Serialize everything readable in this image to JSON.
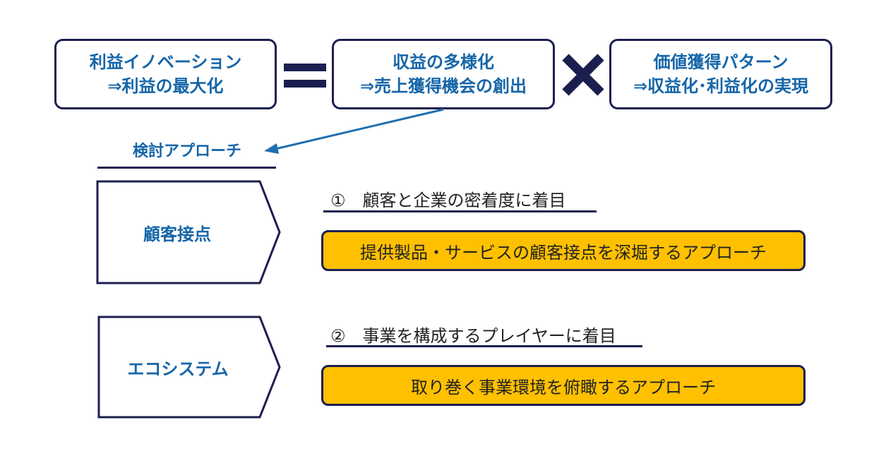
{
  "top": {
    "box1": {
      "line1": "利益イノベーション",
      "line2": "⇒利益の最大化"
    },
    "box2": {
      "line1": "収益の多様化",
      "line2": "⇒売上獲得機会の創出"
    },
    "box3": {
      "line1": "価値獲得パターン",
      "line2": "⇒収益化･利益化の実現"
    }
  },
  "approach": {
    "title": "検討アプローチ"
  },
  "rows": [
    {
      "label": "顧客接点",
      "focus": "①　顧客と企業の密着度に着目",
      "description": "提供製品・サービスの顧客接点を深堀するアプローチ"
    },
    {
      "label": "エコシステム",
      "focus": "②　事業を構成するプレイヤーに着目",
      "description": "取り巻く事業環境を俯瞰するアプローチ"
    }
  ],
  "colors": {
    "navy": "#1b1f4f",
    "blue_text": "#1565a8",
    "yellow": "#ffc000",
    "arrow": "#1f6fb2"
  }
}
